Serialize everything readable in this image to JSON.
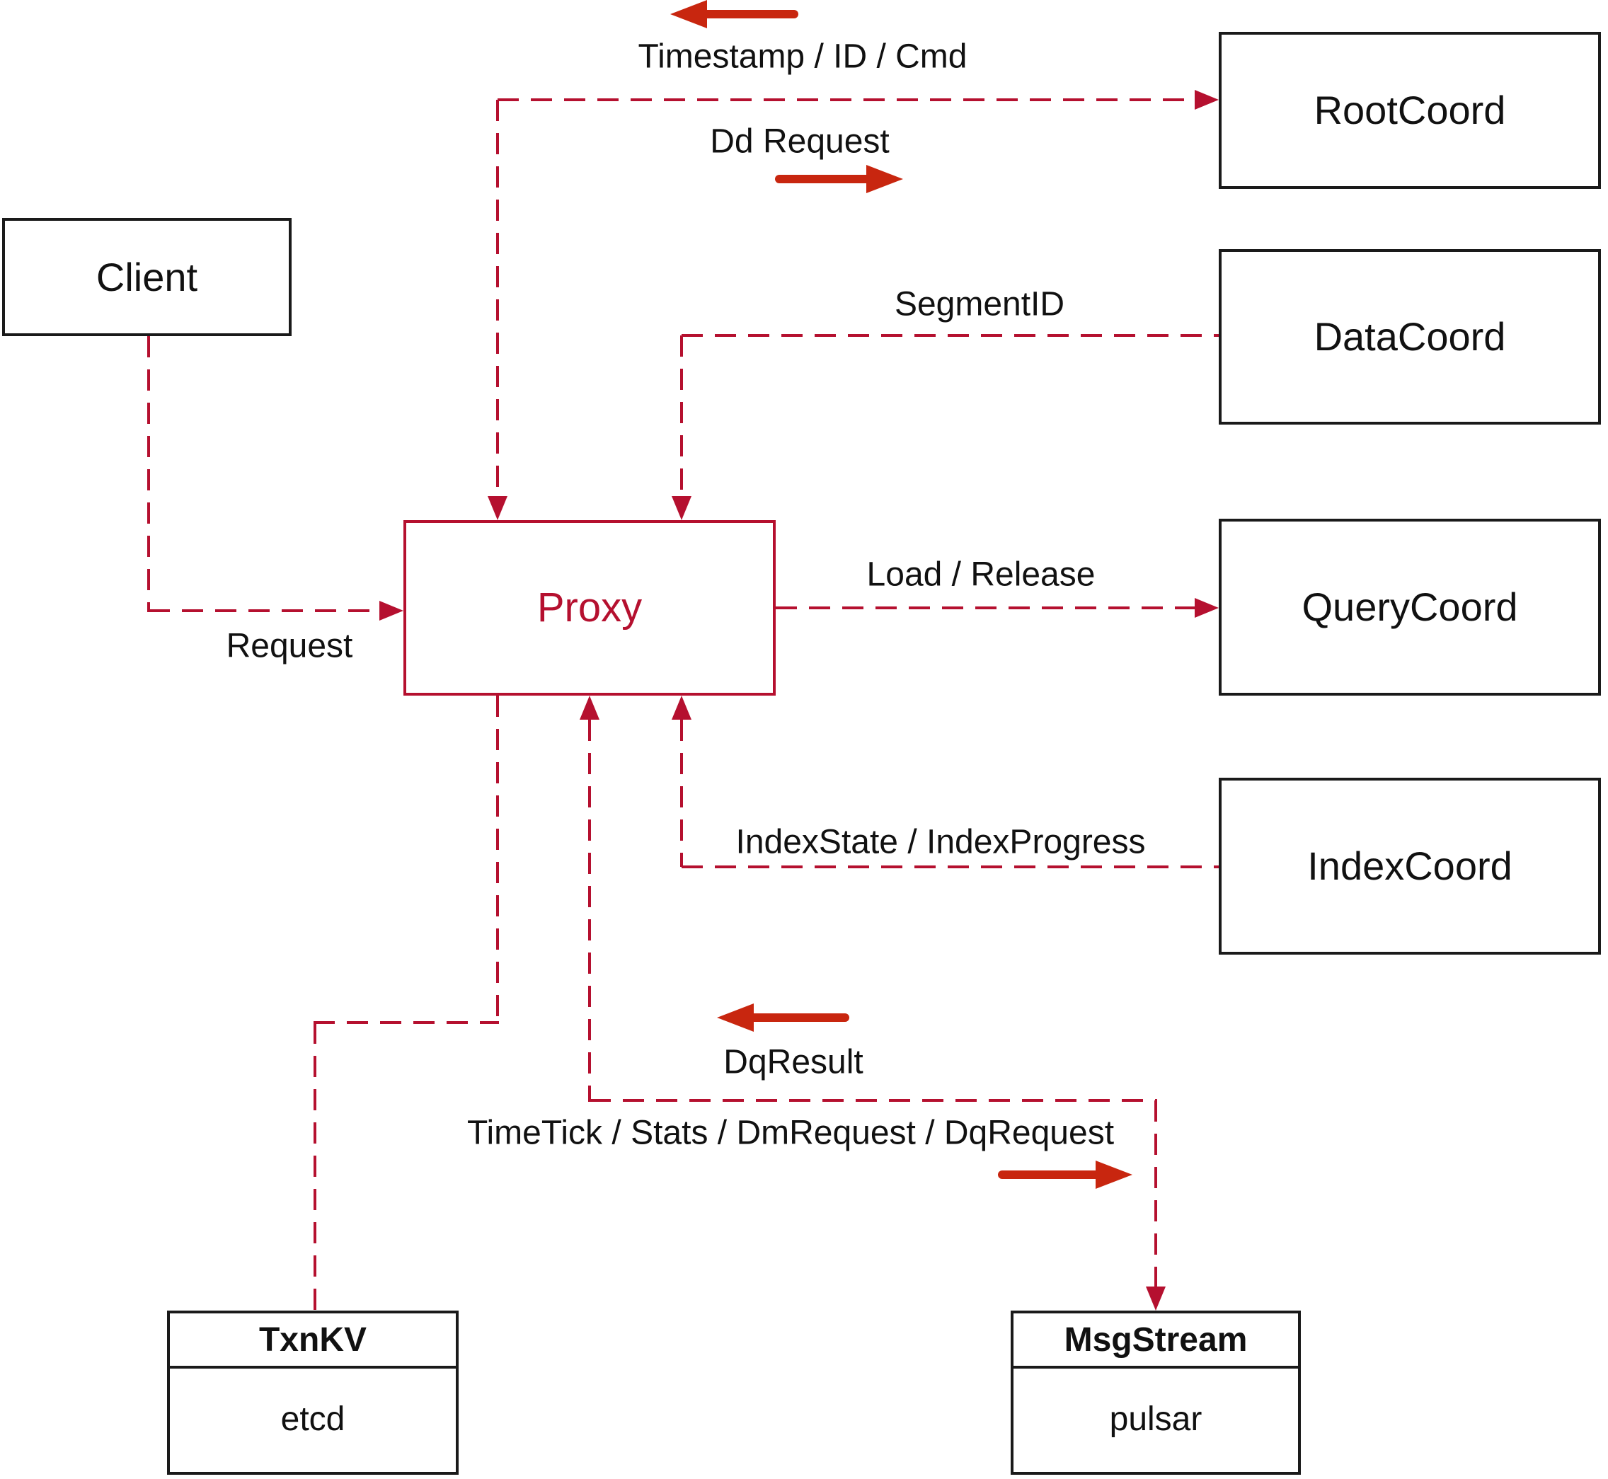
{
  "diagram": {
    "nodes": {
      "client": {
        "label": "Client"
      },
      "proxy": {
        "label": "Proxy"
      },
      "rootcoord": {
        "label": "RootCoord"
      },
      "datacoord": {
        "label": "DataCoord"
      },
      "querycoord": {
        "label": "QueryCoord"
      },
      "indexcoord": {
        "label": "IndexCoord"
      },
      "txnkv": {
        "title": "TxnKV",
        "implementation": "etcd"
      },
      "msgstream": {
        "title": "MsgStream",
        "implementation": "pulsar"
      }
    },
    "edge_labels": {
      "to_rootcoord": "Timestamp / ID / Cmd",
      "dd_request": "Dd Request",
      "segment_id": "SegmentID",
      "request": "Request",
      "load_release": "Load / Release",
      "index_state": "IndexState / IndexProgress",
      "dq_result": "DqResult",
      "time_tick": "TimeTick / Stats / DmRequest / DqRequest"
    },
    "colors": {
      "dashed_line": "#b5102f",
      "solid_arrow": "#c8260f",
      "node_border": "#1a1a1a",
      "proxy_accent": "#b5102f",
      "background": "#ffffff"
    }
  }
}
